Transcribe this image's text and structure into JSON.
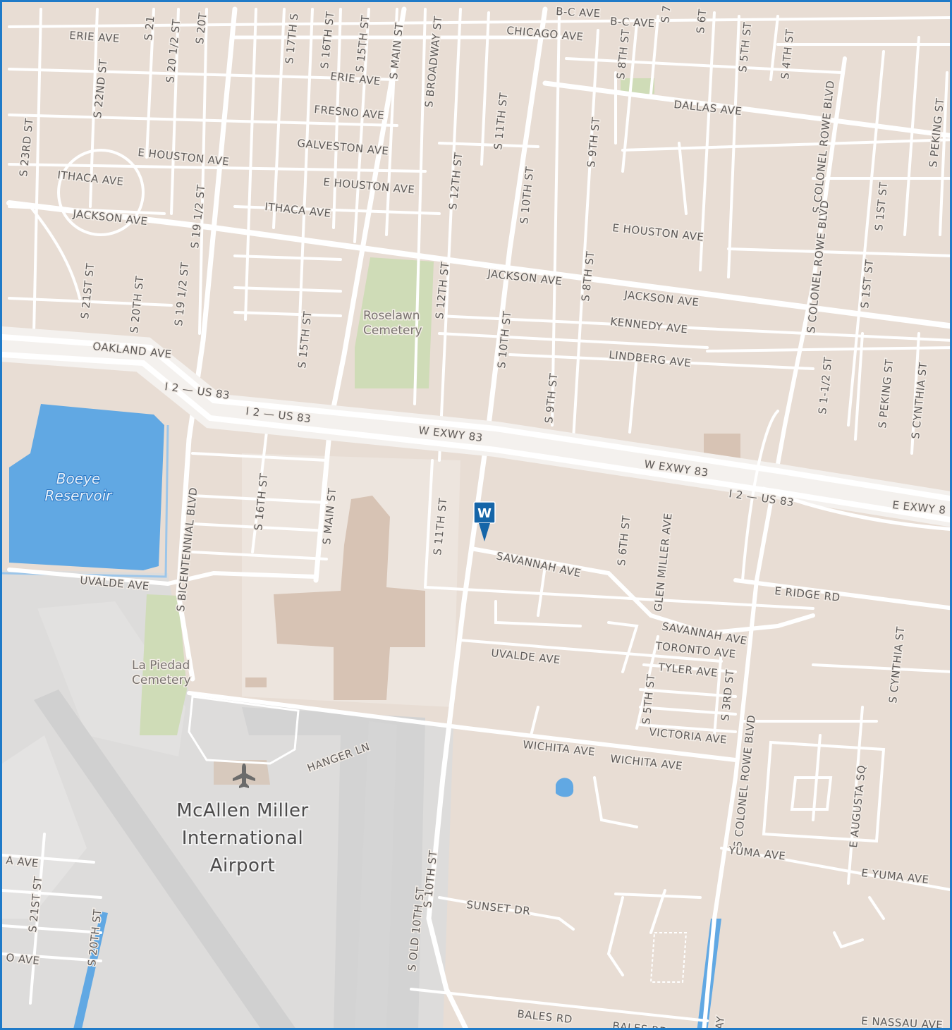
{
  "map": {
    "colors": {
      "land": "#e8ddd4",
      "road": "#ffffff",
      "water": "#61a8e3",
      "park": "#cddcb6",
      "airport": "#dcdcdc",
      "building": "#d4c3b5",
      "marker": "#1565a8",
      "frame": "#1f7ac8"
    },
    "marker": {
      "letter": "W",
      "icon": "map-pin-icon"
    },
    "airport_icon": "airplane-icon",
    "water_labels": [
      "Boeye",
      "Reservoir"
    ],
    "poi_labels": {
      "roselawn_line1": "Roselawn",
      "roselawn_line2": "Cemetery",
      "lapiedad_line1": "La Piedad",
      "lapiedad_line2": "Cemetery"
    },
    "airport_lines": [
      "McAllen Miller",
      "International",
      "Airport"
    ],
    "street_labels": [
      "ERIE AVE",
      "S 21",
      "S 20 1/2 ST",
      "S 20T",
      "S 17TH S",
      "S 16TH ST",
      "S 15TH ST",
      "S MAIN ST",
      "S BROADWAY ST",
      "B-C AVE",
      "B-C AVE",
      "CHICAGO AVE",
      "S 7",
      "S 8TH ST",
      "S 6T",
      "S 5TH ST",
      "S 4TH ST",
      "S 22ND ST",
      "ERIE AVE",
      "FRESNO AVE",
      "S 11TH ST",
      "DALLAS AVE",
      "S COLONEL ROWE BLVD",
      "S PEKING ST",
      "S 23RD ST",
      "E HOUSTON AVE",
      "GALVESTON AVE",
      "S 12TH ST",
      "S 10TH ST",
      "S 9TH ST",
      "ITHACA AVE",
      "E HOUSTON AVE",
      "S 19 1/2 ST",
      "JACKSON AVE",
      "ITHACA AVE",
      "S 1ST ST",
      "E HOUSTON AVE",
      "S COLONEL ROWE BLVD",
      "S 21ST ST",
      "S 20TH ST",
      "S 19 1/2 ST",
      "S 12TH ST",
      "JACKSON AVE",
      "S 8TH ST",
      "JACKSON AVE",
      "S 1ST ST",
      "KENNEDY AVE",
      "S 15TH ST",
      "S 10TH ST",
      "OAKLAND AVE",
      "LINDBERG AVE",
      "S 1-1/2 ST",
      "S PEKING ST",
      "S CYNTHIA ST",
      "I 2 — US 83",
      "I 2 — US 83",
      "S 9TH ST",
      "W EXWY 83",
      "W EXWY 83",
      "I 2 — US 83",
      "E EXWY 8",
      "S BICENTENNIAL BLVD",
      "S 16TH ST",
      "S MAIN ST",
      "S 11TH ST",
      "S 6TH ST",
      "GLEN MILLER AVE",
      "SAVANNAH AVE",
      "E RIDGE RD",
      "UVALDE AVE",
      "SAVANNAH AVE",
      "TORONTO AVE",
      "UVALDE AVE",
      "TYLER AVE",
      "S CYNTHIA ST",
      "S 5TH ST",
      "S 3RD ST",
      "VICTORIA AVE",
      "WICHITA AVE",
      "WICHITA AVE",
      "HANGER LN",
      "S COLONEL ROWE BLVD",
      "E AUGUSTA SQ",
      "A AVE",
      "S 21ST ST",
      "YUMA AVE",
      "E YUMA AVE",
      "S 10TH ST",
      "S OLD 10TH ST",
      "SUNSET DR",
      "S 20TH ST",
      "O AVE",
      "BALES RD",
      "BALES RD",
      "E NASSAU AVE",
      "AY"
    ]
  }
}
